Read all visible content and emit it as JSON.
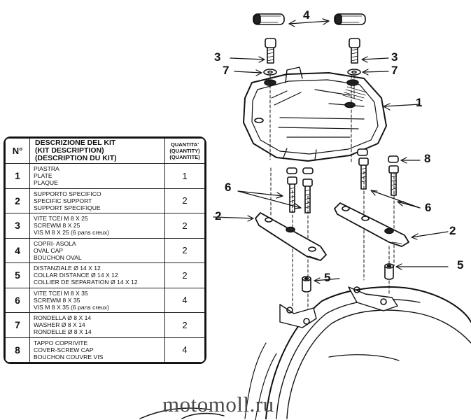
{
  "table": {
    "header": {
      "number": "N°",
      "description": [
        "DESCRIZIONE DEL KIT",
        "(KIT DESCRIPTION)",
        "(DESCRIPTION DU KIT)"
      ],
      "quantity": [
        "QUANTITA'",
        "(QUANTITY)",
        "(QUANTITE)"
      ]
    },
    "rows": [
      {
        "n": "1",
        "lines": [
          "PIASTRA",
          "PLATE",
          "PLAQUE"
        ],
        "qty": "1"
      },
      {
        "n": "2",
        "lines": [
          "SUPPORTO SPECIFICO",
          "SPECIFIC SUPPORT",
          "SUPPORT SPECIFIQUE"
        ],
        "qty": "2"
      },
      {
        "n": "3",
        "lines": [
          "VITE TCEI M 8 X 25",
          "SCREWM 8 X 25",
          "VIS M 8 X 25 (6 pans creux)"
        ],
        "qty": "2"
      },
      {
        "n": "4",
        "lines": [
          "COPRI- ASOLA",
          "OVAL CAP",
          "BOUCHON OVAL"
        ],
        "qty": "2"
      },
      {
        "n": "5",
        "lines": [
          "DISTANZIALE Ø 14 X 12",
          "COLLAR DISTANCE Ø 14 X 12",
          "COLLIER DE SEPARATION Ø 14 X 12"
        ],
        "qty": "2"
      },
      {
        "n": "6",
        "lines": [
          "VITE TCEI M 8 X 35",
          "SCREWM 8 X 35",
          "VIS M 8 X 35 (6 pans creux)"
        ],
        "qty": "4"
      },
      {
        "n": "7",
        "lines": [
          "RONDELLA Ø 8 X 14",
          "WASHER Ø 8 X 14",
          "RONDELLE Ø 8 X 14"
        ],
        "qty": "2"
      },
      {
        "n": "8",
        "lines": [
          "TAPPO COPRIVITE",
          "COVER-SCREW CAP",
          "BOUCHON COUVRE VIS"
        ],
        "qty": "4"
      }
    ]
  },
  "callouts": {
    "c4": "4",
    "c3_left": "3",
    "c3_right": "3",
    "c7_left": "7",
    "c7_right": "7",
    "c1": "1",
    "c8": "8",
    "c6_left": "6",
    "c6_right": "6",
    "c2_left": "2",
    "c2_right": "2",
    "c5_left": "5",
    "c5_right": "5"
  },
  "watermark": "motomoll.ru"
}
